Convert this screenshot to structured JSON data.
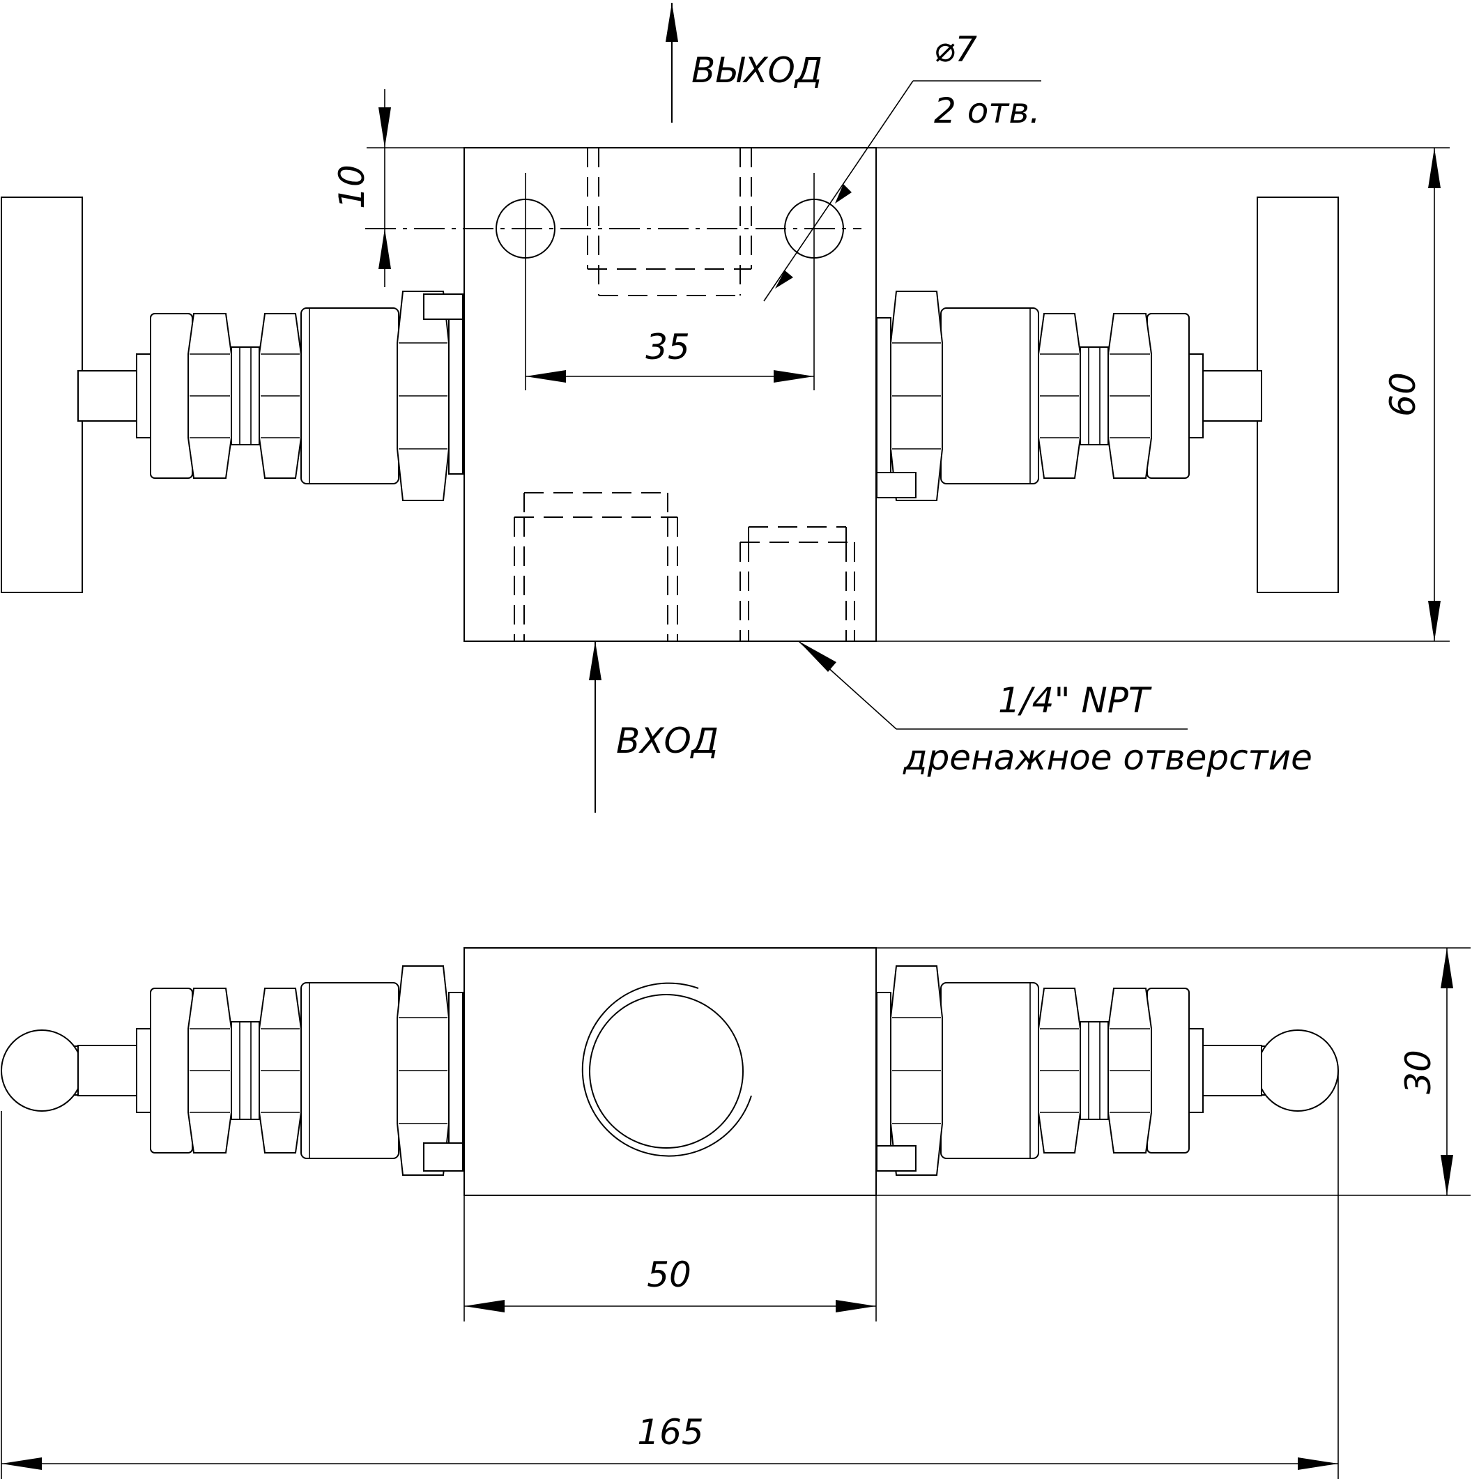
{
  "labels": {
    "outlet": "ВЫХОД",
    "inlet": "ВХОД",
    "hole_diameter": "⌀7",
    "hole_count": "2 отв.",
    "drain_thread": "1/4\" NPT",
    "drain_note": "дренажное отверстие"
  },
  "dimensions": {
    "hole_offset": "10",
    "hole_spacing": "35",
    "block_height": "60",
    "block_thickness": "30",
    "block_width": "50",
    "overall_length": "165"
  }
}
